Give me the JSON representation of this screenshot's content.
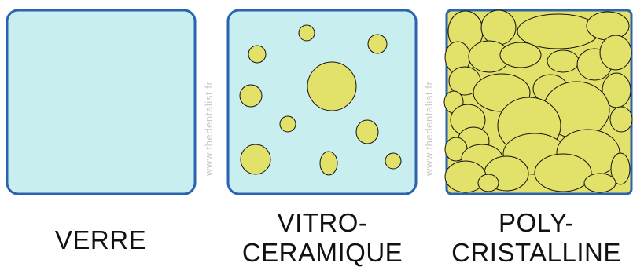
{
  "panels": [
    {
      "id": "verre",
      "label_lines": [
        "VERRE"
      ],
      "fill": "#c9eef0",
      "particles": []
    },
    {
      "id": "vitro",
      "label_lines": [
        "VITRO-",
        "CERAMIQUE"
      ],
      "fill": "#c9eef0",
      "particles": [
        [
          390,
          42,
          10,
          10
        ],
        [
          327,
          69,
          11,
          11
        ],
        [
          480,
          56,
          12,
          12
        ],
        [
          422,
          110,
          31,
          31
        ],
        [
          319,
          122,
          14,
          14
        ],
        [
          366,
          158,
          10,
          10
        ],
        [
          467,
          168,
          14,
          15
        ],
        [
          325,
          203,
          19,
          19
        ],
        [
          418,
          208,
          11,
          15
        ],
        [
          500,
          205,
          10,
          10
        ]
      ]
    },
    {
      "id": "poly",
      "label_lines": [
        "POLY-",
        "CRISTALLINE"
      ],
      "fill": "#e2e26a",
      "particles": [
        [
          592,
          40,
          22,
          26
        ],
        [
          634,
          35,
          22,
          22
        ],
        [
          710,
          40,
          52,
          22
        ],
        [
          773,
          33,
          27,
          18
        ],
        [
          582,
          73,
          16,
          20
        ],
        [
          622,
          72,
          26,
          20
        ],
        [
          662,
          70,
          26,
          16
        ],
        [
          716,
          78,
          20,
          14
        ],
        [
          756,
          82,
          22,
          20
        ],
        [
          783,
          67,
          20,
          22
        ],
        [
          591,
          103,
          20,
          18
        ],
        [
          638,
          118,
          36,
          24
        ],
        [
          700,
          113,
          22,
          18
        ],
        [
          784,
          115,
          18,
          22
        ],
        [
          577,
          130,
          12,
          14
        ],
        [
          595,
          153,
          22,
          20
        ],
        [
          733,
          140,
          42,
          36
        ],
        [
          790,
          152,
          14,
          16
        ],
        [
          673,
          160,
          40,
          36
        ],
        [
          602,
          180,
          20,
          18
        ],
        [
          580,
          190,
          14,
          15
        ],
        [
          680,
          196,
          40,
          26
        ],
        [
          748,
          195,
          40,
          30
        ],
        [
          613,
          202,
          26,
          18
        ],
        [
          644,
          221,
          28,
          22
        ],
        [
          592,
          225,
          26,
          20
        ],
        [
          716,
          220,
          36,
          24
        ],
        [
          789,
          215,
          12,
          20
        ],
        [
          621,
          233,
          13,
          11
        ],
        [
          763,
          233,
          20,
          12
        ]
      ]
    }
  ],
  "watermark": "www.thedentalist.fr",
  "colors": {
    "border": "#2a63b0",
    "glass": "#c9eef0",
    "crystal": "#e2e26a",
    "crystal_stroke": "#111111",
    "text": "#111111",
    "watermark": "#c8c8c8"
  }
}
